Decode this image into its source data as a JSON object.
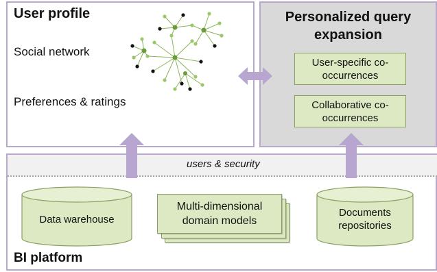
{
  "user_profile": {
    "title": "User profile",
    "social_network": "Social network",
    "preferences": "Preferences & ratings"
  },
  "pqe": {
    "title_line1": "Personalized query",
    "title_line2": "expansion",
    "box1_line1": "User-specific co-",
    "box1_line2": "occurrences",
    "box2_line1": "Collaborative co-",
    "box2_line2": "occurrences"
  },
  "bi": {
    "users_security": "users & security",
    "data_warehouse": "Data warehouse",
    "models_line1": "Multi-dimensional",
    "models_line2": "domain models",
    "docs_line1": "Documents",
    "docs_line2": "repositories",
    "title": "BI platform"
  },
  "colors": {
    "border": "#b8a8cc",
    "arrow": "#b8a6d0",
    "green_fill": "#dde9c2",
    "green_border": "#8aa060",
    "grey_panel": "#d9d9d9"
  }
}
